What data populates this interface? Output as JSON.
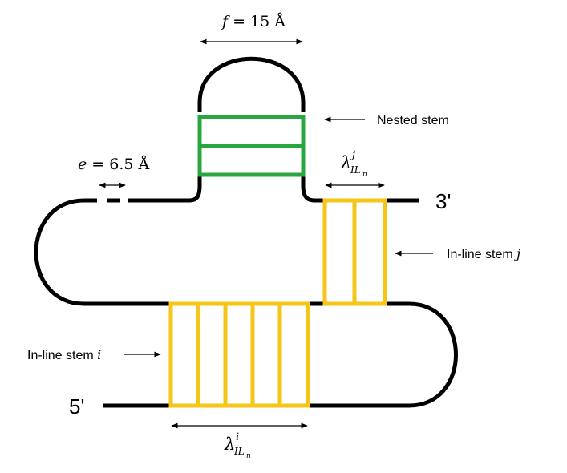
{
  "labels": {
    "f_var": "f",
    "f_value": " = 15 Å",
    "e_var": "e",
    "e_value": " = 6.5 Å",
    "nested_stem": "Nested stem",
    "inline_stem_j_text": "In-line stem ",
    "inline_stem_j_var": "j",
    "inline_stem_i_text": "In-line stem ",
    "inline_stem_i_var": "i",
    "lambda_j_symbol": "λ",
    "lambda_j_sup": "j",
    "lambda_j_sub": "IL",
    "lambda_j_subsub": "n",
    "lambda_i_symbol": "λ",
    "lambda_i_sup": "i",
    "lambda_i_sub": "IL",
    "lambda_i_subsub": "n",
    "end_3prime": "3'",
    "end_5prime": "5'"
  },
  "colors": {
    "strand": "#000000",
    "nested_stem": "#2aa63f",
    "inline_stem": "#f5c518"
  }
}
